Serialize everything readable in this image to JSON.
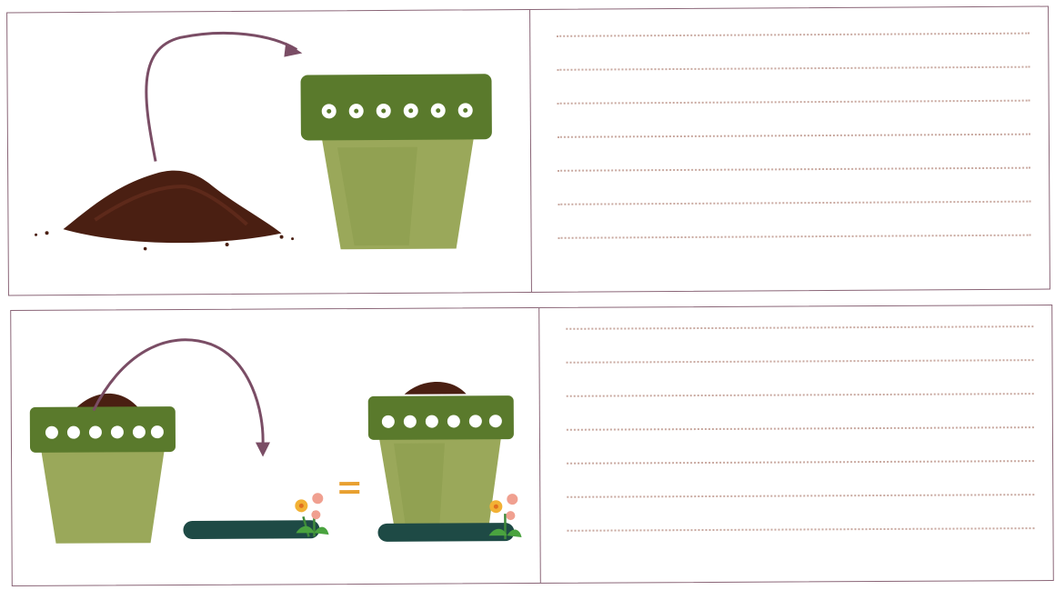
{
  "worksheet": {
    "rows": [
      {
        "id": "step-1",
        "illustration": [
          "soil-pile",
          "curved-arrow",
          "empty-flower-pot"
        ],
        "writing_lines": 7
      },
      {
        "id": "step-2",
        "illustration": [
          "soil-filled-pot",
          "curved-arrow",
          "seed-tray-with-flowers",
          "equals-sign",
          "pot-with-tray-and-flowers"
        ],
        "symbol": "=",
        "writing_lines": 7
      }
    ],
    "colors": {
      "frame": "#8a6577",
      "pot_rim": "#5a7a2c",
      "pot_body": "#9aa85a",
      "soil": "#4a1f12",
      "arrow": "#7a4d65",
      "tray": "#1e4a45",
      "equals": "#e8a030",
      "writing_lines": "#c9a9a0"
    }
  }
}
